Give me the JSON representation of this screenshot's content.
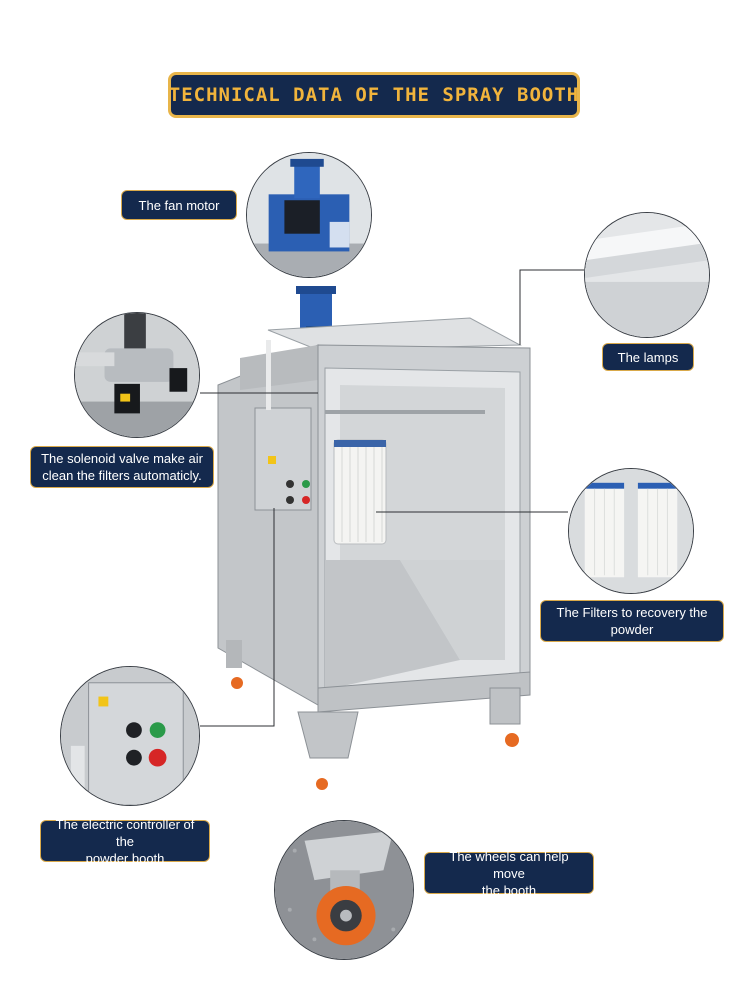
{
  "title": "TECHNICAL DATA OF THE SPRAY BOOTH",
  "labels": {
    "fan_motor": "The fan motor",
    "lamps": "The lamps",
    "solenoid_line1": "The solenoid valve make air",
    "solenoid_line2": "clean the filters automaticly.",
    "filters_line1": "The Filters to recovery the",
    "filters_line2": "powder",
    "controller_line1": "The electric controller of the",
    "controller_line2": "powder booth",
    "wheels_line1": "The wheels can help move",
    "wheels_line2": "the booth"
  },
  "colors": {
    "navy": "#14294d",
    "gold": "#e8b54a",
    "booth_gray": "#c9cccf",
    "motor_blue": "#2b5fb3",
    "wheel_orange": "#e66a22"
  }
}
